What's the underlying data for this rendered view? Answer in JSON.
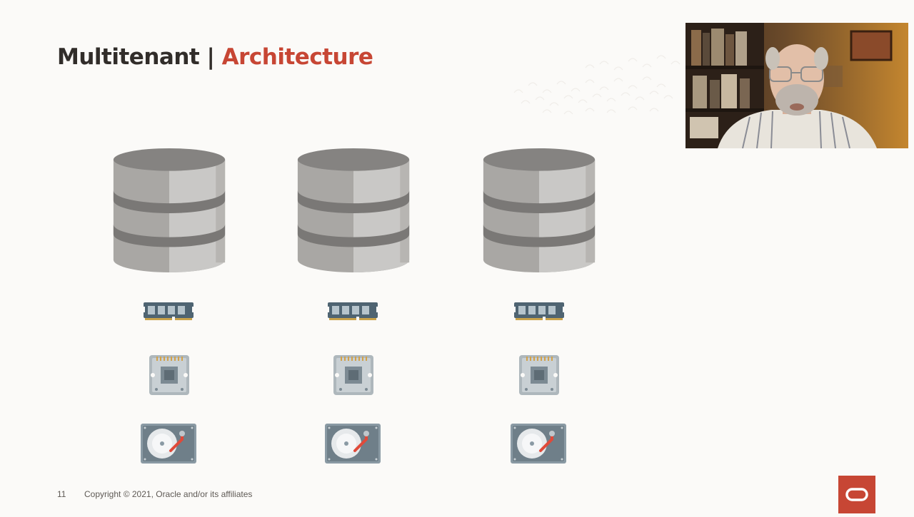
{
  "slide": {
    "title_main": "Multitenant | ",
    "title_accent": "Architecture",
    "page_number": "11",
    "copyright": "Copyright © 2021, Oracle and/or its affiliates"
  },
  "columns": [
    {
      "id": "left"
    },
    {
      "id": "middle"
    },
    {
      "id": "right"
    }
  ],
  "icons": {
    "database": "database-icon",
    "memory": "memory-module-icon",
    "cpu": "cpu-chip-icon",
    "disk": "hard-disk-icon",
    "brand": "oracle-logo-icon"
  },
  "colors": {
    "accent": "#c74634",
    "title": "#312d2a",
    "background": "#fbfaf8",
    "db_dark": "#a8a6a3",
    "db_light": "#c9c8c6",
    "db_band": "#7a7876",
    "hardware_blue": "#5b6f7c"
  }
}
